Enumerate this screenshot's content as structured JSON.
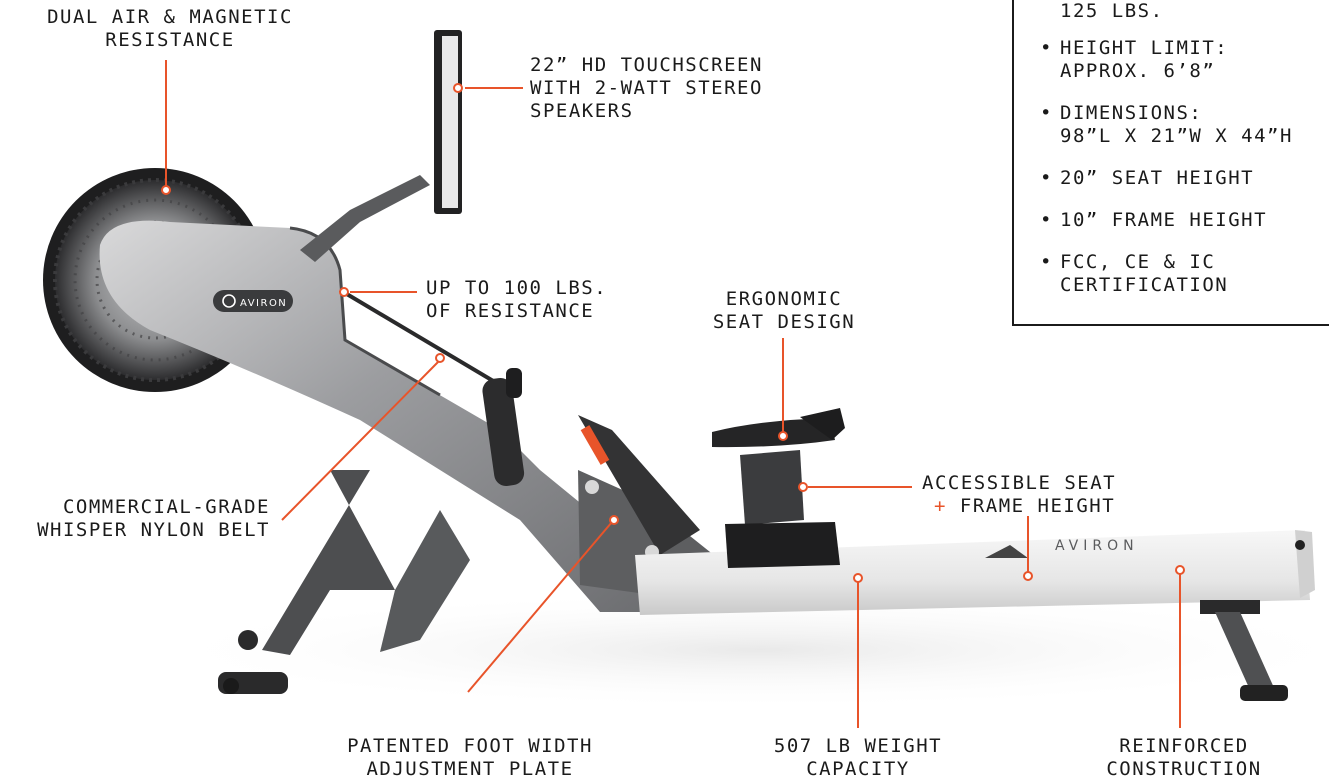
{
  "brand": {
    "logo_text": "AVIRON",
    "rail_text": "AVIRON"
  },
  "specs": {
    "partial_top": "125 LBS.",
    "items": [
      {
        "line1": "HEIGHT LIMIT:",
        "line2": "APPROX. 6’8”"
      },
      {
        "line1": "DIMENSIONS:",
        "line2": "98”L X 21”W X 44”H"
      },
      {
        "line1": "20” SEAT HEIGHT",
        "line2": ""
      },
      {
        "line1": "10” FRAME HEIGHT",
        "line2": ""
      },
      {
        "line1": "FCC, CE & IC",
        "line2": "CERTIFICATION"
      }
    ]
  },
  "callouts": {
    "resistance_type": {
      "line1": "DUAL AIR & MAGNETIC",
      "line2": "RESISTANCE"
    },
    "touchscreen": {
      "line1": "22” HD TOUCHSCREEN",
      "line2": "WITH 2-WATT STEREO",
      "line3": "SPEAKERS"
    },
    "resistance_level": {
      "line1": "UP TO 100 LBS.",
      "line2": "OF RESISTANCE"
    },
    "seat_design": {
      "line1": "ERGONOMIC",
      "line2": "SEAT DESIGN"
    },
    "seat_frame_height": {
      "line1": "ACCESSIBLE SEAT",
      "plus": "+",
      "line2": "FRAME HEIGHT"
    },
    "belt": {
      "line1": "COMMERCIAL-GRADE",
      "line2": "WHISPER NYLON BELT"
    },
    "foot_plate": {
      "line1": "PATENTED FOOT WIDTH",
      "line2": "ADJUSTMENT PLATE"
    },
    "weight_capacity": {
      "line1": "507 LB WEIGHT",
      "line2": "CAPACITY"
    },
    "construction": {
      "line1": "REINFORCED",
      "line2": "CONSTRUCTION"
    }
  },
  "colors": {
    "accent": "#e8542a",
    "frame": "#5f6062",
    "rail": "#eeeeee",
    "text": "#1b1b1b"
  }
}
